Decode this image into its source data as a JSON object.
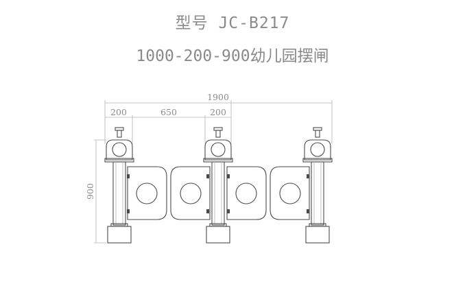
{
  "header": {
    "model": "型号 JC-B217",
    "product": "1000-200-900幼儿园摆闸"
  },
  "dimensions": {
    "overall_width": "1900",
    "left_post": "200",
    "gap": "650",
    "center_post": "200",
    "height": "900"
  },
  "colors": {
    "outline": "#4a4a4a",
    "dimension": "#b3b3b3",
    "text": "#8a8a8a"
  }
}
